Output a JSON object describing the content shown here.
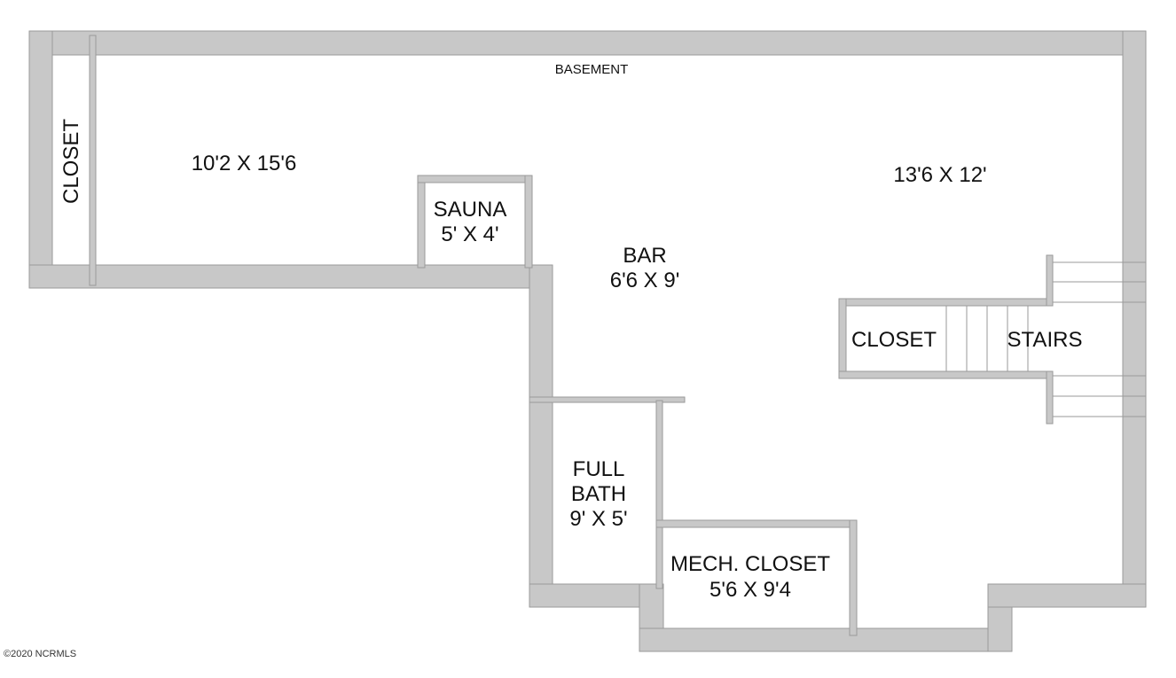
{
  "title": "BASEMENT",
  "rooms": {
    "closet_left": "CLOSET",
    "left_room_dims": "10'2 X 15'6",
    "sauna_name": "SAUNA",
    "sauna_dims": "5' X 4'",
    "bar_name": "BAR",
    "bar_dims": "6'6 X 9'",
    "right_room_dims": "13'6 X 12'",
    "closet_right": "CLOSET",
    "stairs": "STAIRS",
    "full_bath_line1": "FULL",
    "full_bath_line2": "BATH",
    "full_bath_dims": "9' X 5'",
    "mech_closet_name": "MECH. CLOSET",
    "mech_closet_dims": "5'6 X 9'4"
  },
  "credit": "©2020 NCRMLS",
  "colors": {
    "wall": "#c8c8c8",
    "wall_edge": "#9a9a9a",
    "text": "#111111"
  }
}
